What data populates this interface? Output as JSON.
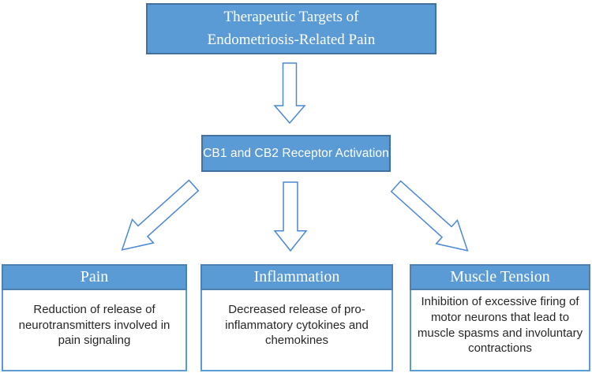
{
  "diagram": {
    "title_box": {
      "line1": "Therapeutic Targets of",
      "line2": "Endometriosis-Related Pain"
    },
    "hub_box": {
      "label": "CB1 and CB2 Receptor Activation"
    },
    "targets": [
      {
        "title": "Pain",
        "description": "Reduction of release of neurotransmitters involved in pain signaling"
      },
      {
        "title": "Inflammation",
        "description": "Decreased release of pro-inflammatory cytokines and chemokines"
      },
      {
        "title": "Muscle Tension",
        "description": "Inhibition of excessive firing of motor neurons that lead to muscle spasms and involuntary contractions"
      }
    ],
    "icons": {
      "top": "block-arrow-down-icon",
      "left": "block-arrow-down-left-icon",
      "center": "block-arrow-down-icon",
      "right": "block-arrow-down-right-icon"
    },
    "colors": {
      "box_fill": "#5b9bd5",
      "box_border": "#41719c",
      "arrow_outline": "#4a87d5",
      "body_border": "#5b9bd5",
      "body_text": "#262626",
      "box_text": "#ffffff"
    }
  }
}
